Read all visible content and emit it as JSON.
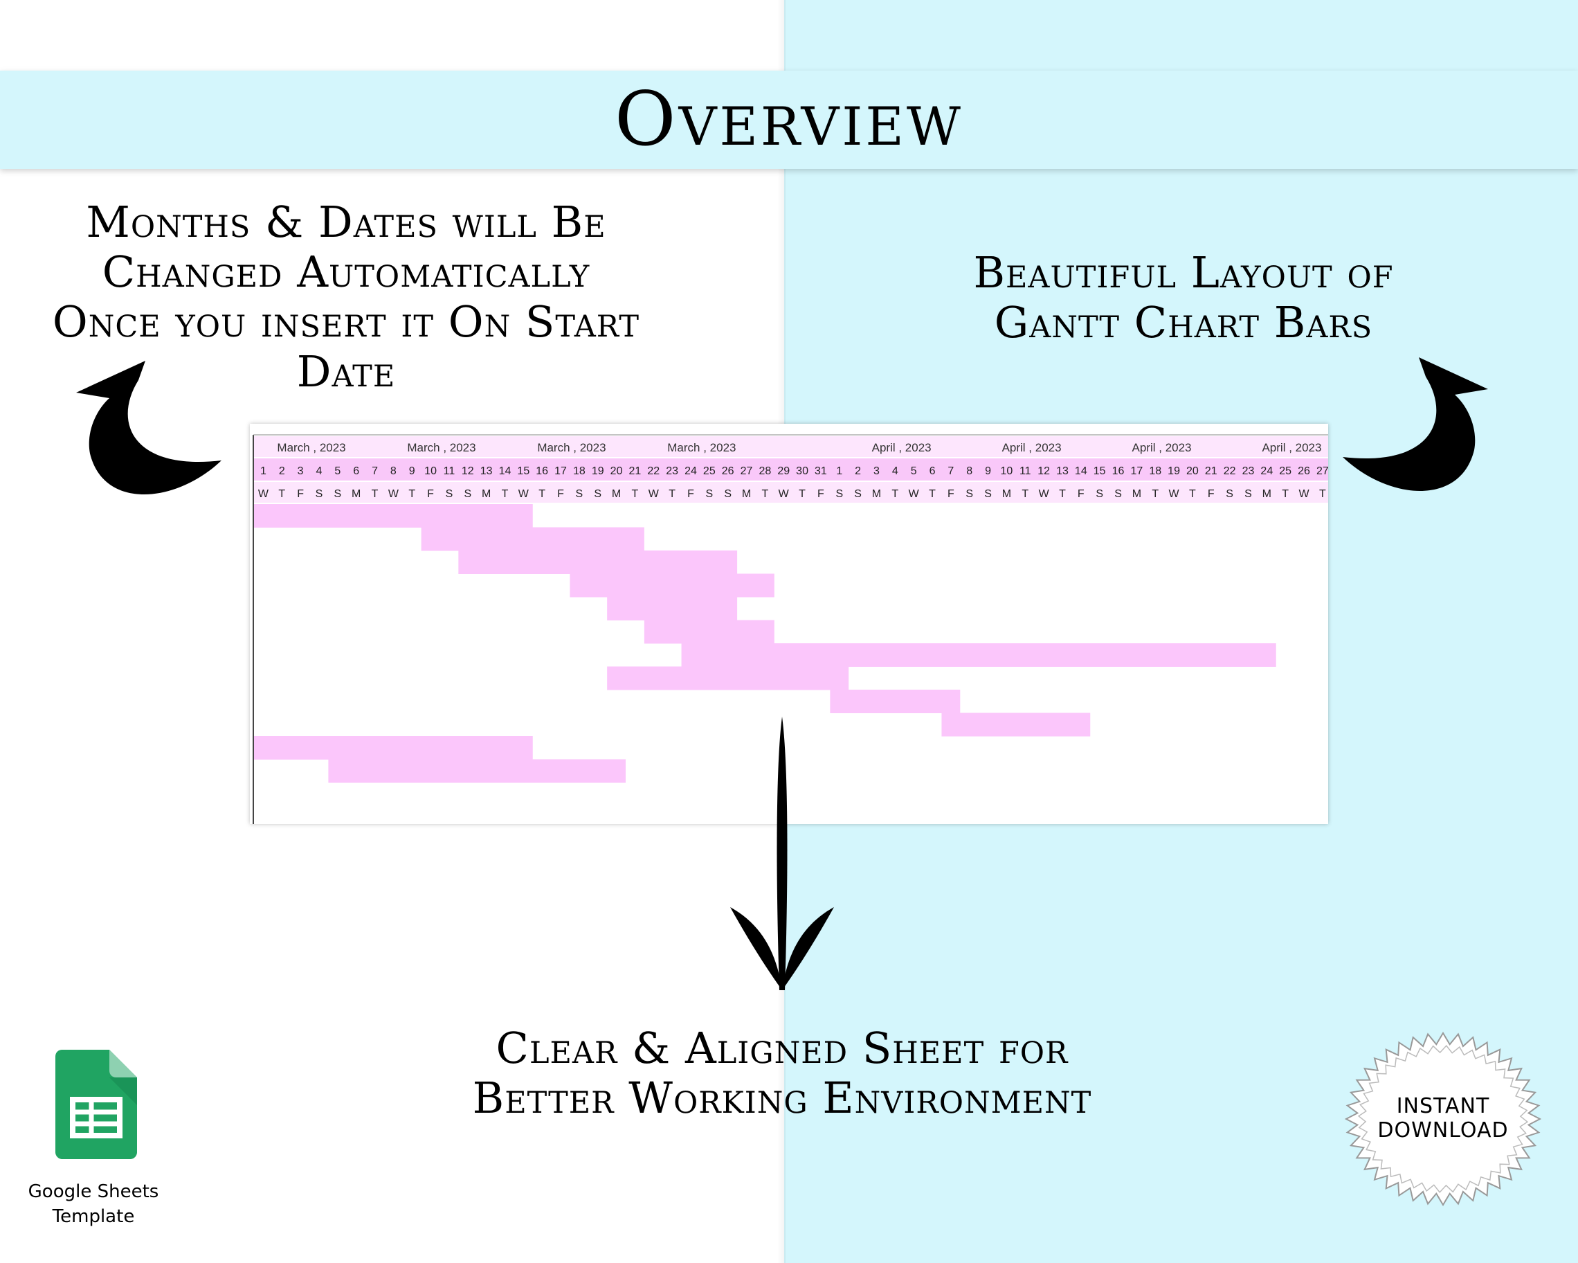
{
  "title": "Overview",
  "captions": {
    "left": [
      "Months & Dates will Be",
      "Changed Automatically",
      "Once you insert it On Start",
      "Date"
    ],
    "right": [
      "Beautiful Layout of",
      "Gantt Chart Bars"
    ],
    "bottom": [
      "Clear & Aligned Sheet for",
      "Better Working Environment"
    ]
  },
  "gantt": {
    "month_labels": [
      "March , 2023",
      "March , 2023",
      "March , 2023",
      "March , 2023",
      "April , 2023",
      "April , 2023",
      "April , 2023",
      "April , 2023"
    ],
    "month_label_start_day": [
      1,
      8,
      15,
      22,
      33,
      40,
      47,
      54
    ],
    "dates": [
      "1",
      "2",
      "3",
      "4",
      "5",
      "6",
      "7",
      "8",
      "9",
      "10",
      "11",
      "12",
      "13",
      "14",
      "15",
      "16",
      "17",
      "18",
      "19",
      "20",
      "21",
      "22",
      "23",
      "24",
      "25",
      "26",
      "27",
      "28",
      "29",
      "30",
      "31",
      "1",
      "2",
      "3",
      "4",
      "5",
      "6",
      "7",
      "8",
      "9",
      "10",
      "11",
      "12",
      "13",
      "14",
      "15",
      "16",
      "17",
      "18",
      "19",
      "20",
      "21",
      "22",
      "23",
      "24",
      "25",
      "26",
      "27"
    ],
    "weekdays": [
      "W",
      "T",
      "F",
      "S",
      "S",
      "M",
      "T",
      "W",
      "T",
      "F",
      "S",
      "S",
      "M",
      "T",
      "W",
      "T",
      "F",
      "S",
      "S",
      "M",
      "T",
      "W",
      "T",
      "F",
      "S",
      "S",
      "M",
      "T",
      "W",
      "T",
      "F",
      "S",
      "S",
      "M",
      "T",
      "W",
      "T",
      "F",
      "S",
      "S",
      "M",
      "T",
      "W",
      "T",
      "F",
      "S",
      "S",
      "M",
      "T",
      "W",
      "T",
      "F",
      "S",
      "S",
      "M",
      "T",
      "W",
      "T"
    ],
    "bars": [
      {
        "row": 0,
        "start": 0,
        "days": 15
      },
      {
        "row": 1,
        "start": 9,
        "days": 12
      },
      {
        "row": 2,
        "start": 11,
        "days": 15
      },
      {
        "row": 3,
        "start": 17,
        "days": 11
      },
      {
        "row": 4,
        "start": 19,
        "days": 7
      },
      {
        "row": 5,
        "start": 21,
        "days": 7
      },
      {
        "row": 6,
        "start": 23,
        "days": 32
      },
      {
        "row": 7,
        "start": 19,
        "days": 13
      },
      {
        "row": 8,
        "start": 31,
        "days": 7
      },
      {
        "row": 9,
        "start": 37,
        "days": 8
      },
      {
        "row": 10,
        "start": 0,
        "days": 15
      },
      {
        "row": 11,
        "start": 4,
        "days": 16
      }
    ],
    "colors": {
      "header_month": "#fde6fd",
      "header_dates": "#f9c8f9",
      "header_weekdays": "#fde6fd",
      "bar": "#fbc6fb"
    }
  },
  "app_logo": {
    "icon": "google-sheets-icon",
    "label": [
      "Google Sheets",
      "Template"
    ]
  },
  "badge": {
    "lines": [
      "INSTANT",
      "DOWNLOAD"
    ]
  }
}
